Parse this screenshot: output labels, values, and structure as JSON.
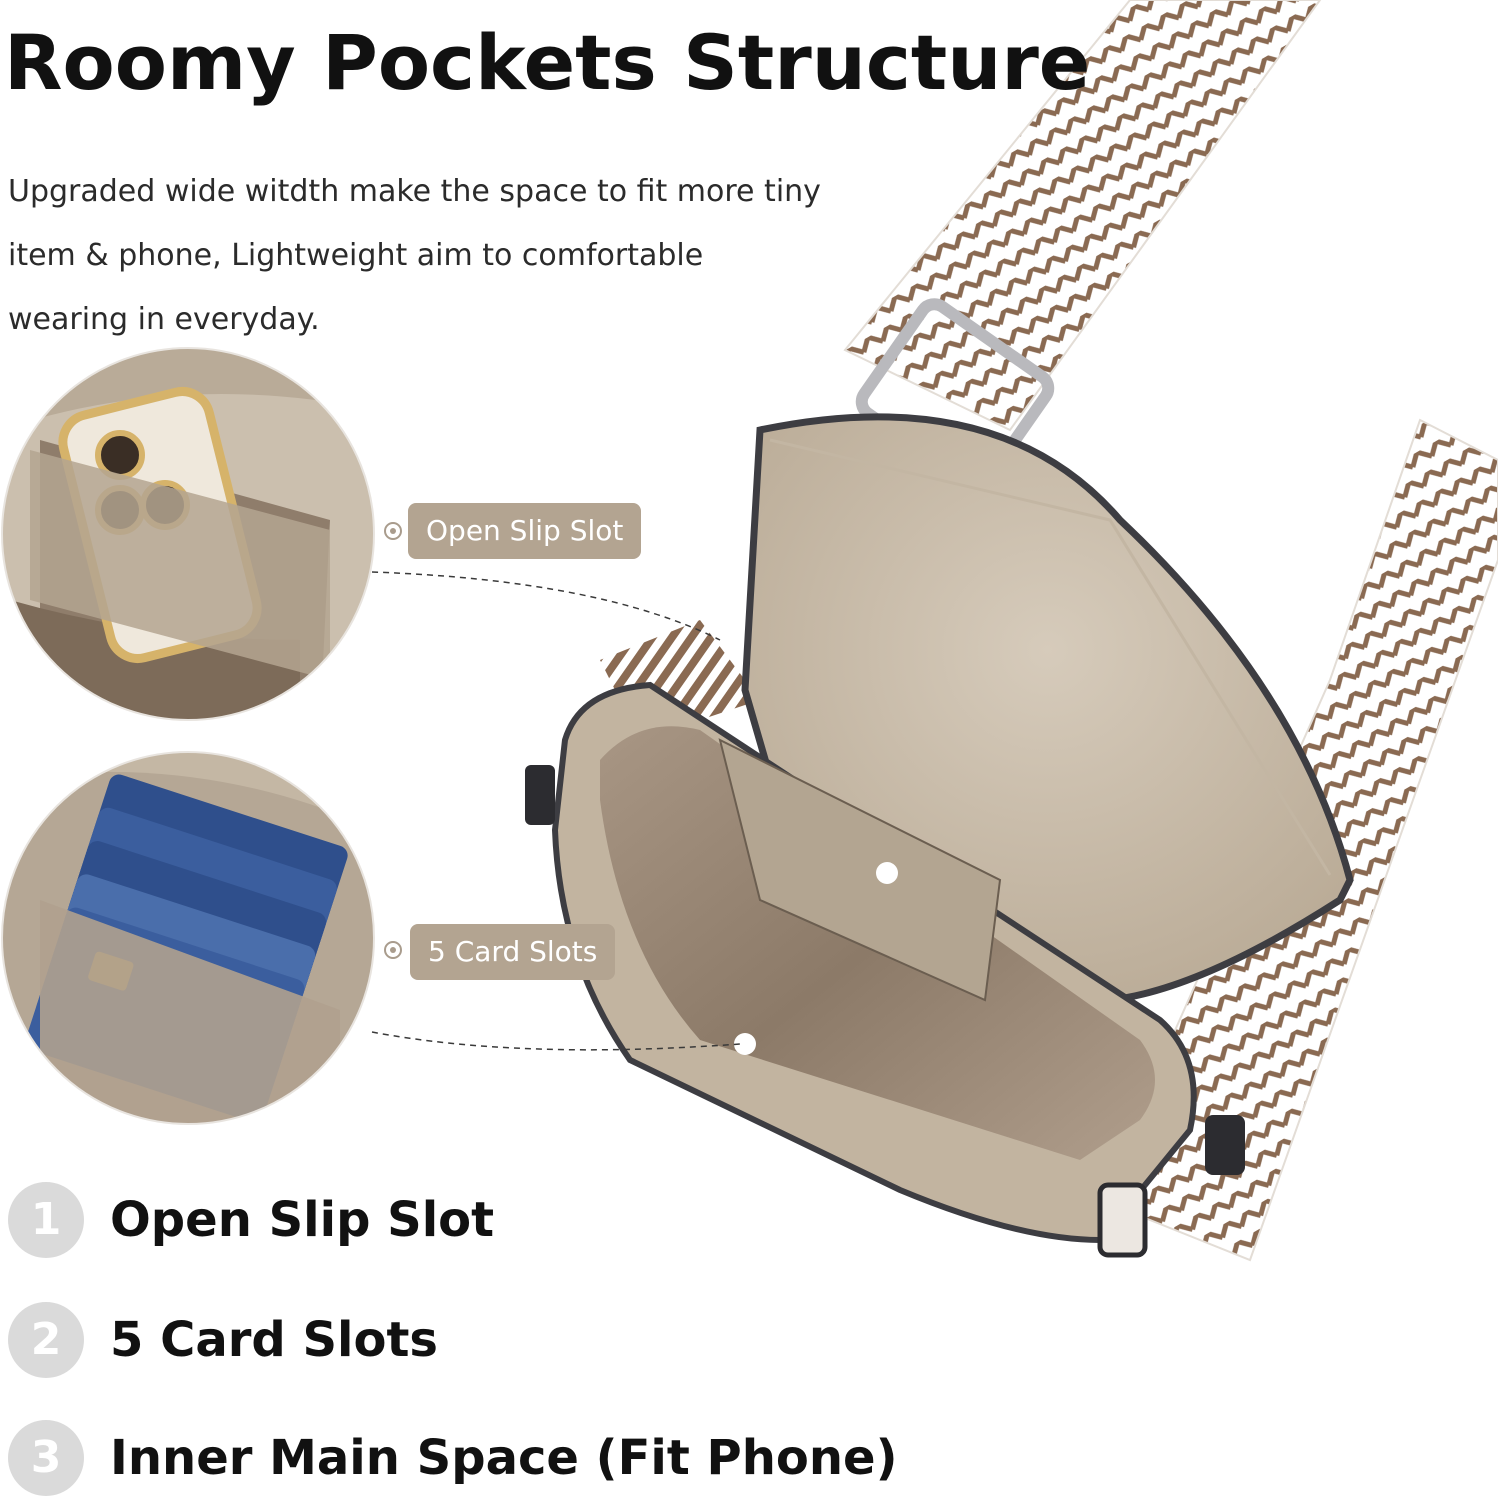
{
  "title": "Roomy Pockets Structure",
  "description": [
    "Upgraded wide witdth make the space to fit more tiny",
    "item & phone, Lightweight aim to comfortable",
    "wearing in everyday."
  ],
  "callouts": [
    {
      "label": "Open Slip Slot"
    },
    {
      "label": "5 Card Slots"
    }
  ],
  "features": [
    {
      "number": "1",
      "label": "Open Slip Slot"
    },
    {
      "number": "2",
      "label": "5 Card Slots"
    },
    {
      "number": "3",
      "label": "Inner Main Space (Fit Phone)"
    }
  ],
  "colors": {
    "tag_bg": "#b3a491",
    "strap_brown": "#8a6a52",
    "leather": "#c9bba8",
    "lining": "#9c8a78",
    "number_circle": "#dadada"
  }
}
